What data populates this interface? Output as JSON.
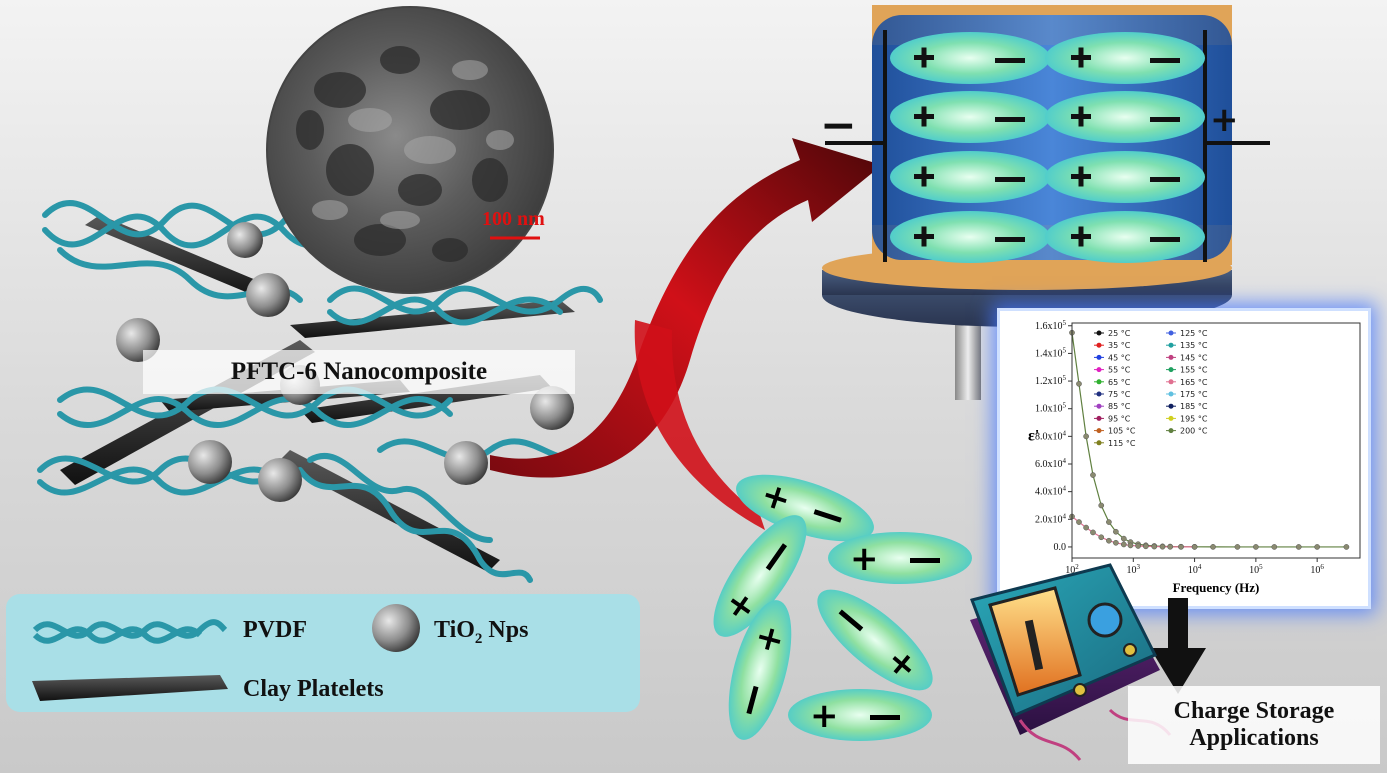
{
  "sem_scale_label": "100 nm",
  "composite_title": "PFTC-6 Nanocomposite",
  "legend": {
    "pvdf": "PVDF",
    "tio2_main": "TiO",
    "tio2_sub": "2",
    "tio2_suffix": " Nps",
    "clay": "Clay Platelets"
  },
  "capacitor": {
    "left_terminal": "−",
    "right_terminal": "+"
  },
  "application_label_line1": "Charge Storage",
  "application_label_line2": "Applications",
  "colors": {
    "pvdf_ribbon": "#2a97a8",
    "arrow_red": "#b0101a",
    "capacitor_body": "#2f66b5",
    "capacitor_band": "#e0a458",
    "dipole_green": "#9be07a",
    "dipole_cyan": "#35cfe0",
    "glow_blue": "#4a7bff"
  },
  "chart_data": {
    "type": "scatter",
    "xlabel": "Frequency (Hz)",
    "ylabel": "ε'",
    "x_scale": "log",
    "xlim": [
      100,
      5000000
    ],
    "ylim": [
      -8000,
      162000
    ],
    "x_ticks": [
      {
        "value": 100,
        "base": "10",
        "exp": "2"
      },
      {
        "value": 1000,
        "base": "10",
        "exp": "3"
      },
      {
        "value": 10000,
        "base": "10",
        "exp": "4"
      },
      {
        "value": 100000,
        "base": "10",
        "exp": "5"
      },
      {
        "value": 1000000,
        "base": "10",
        "exp": "6"
      }
    ],
    "y_ticks": [
      {
        "value": 0,
        "label": "0.0"
      },
      {
        "value": 20000,
        "label": "2.0x10",
        "exp": "4"
      },
      {
        "value": 40000,
        "label": "4.0x10",
        "exp": "4"
      },
      {
        "value": 60000,
        "label": "6.0x10",
        "exp": "4"
      },
      {
        "value": 80000,
        "label": "8.0x10",
        "exp": "4"
      },
      {
        "value": 100000,
        "label": "1.0x10",
        "exp": "5"
      },
      {
        "value": 120000,
        "label": "1.2x10",
        "exp": "5"
      },
      {
        "value": 140000,
        "label": "1.4x10",
        "exp": "5"
      },
      {
        "value": 160000,
        "label": "1.6x10",
        "exp": "5"
      }
    ],
    "legend_entries": [
      {
        "label": "25 °C",
        "color": "#111111"
      },
      {
        "label": "35 °C",
        "color": "#e02020"
      },
      {
        "label": "45 °C",
        "color": "#2040e0"
      },
      {
        "label": "55 °C",
        "color": "#e020c0"
      },
      {
        "label": "65 °C",
        "color": "#30b030"
      },
      {
        "label": "75 °C",
        "color": "#203080"
      },
      {
        "label": "85 °C",
        "color": "#a040c0"
      },
      {
        "label": "95 °C",
        "color": "#a02060"
      },
      {
        "label": "105 °C",
        "color": "#c06020"
      },
      {
        "label": "115 °C",
        "color": "#808020"
      },
      {
        "label": "125 °C",
        "color": "#4060e0"
      },
      {
        "label": "135 °C",
        "color": "#20a0a0"
      },
      {
        "label": "145 °C",
        "color": "#c04080"
      },
      {
        "label": "155 °C",
        "color": "#20a060"
      },
      {
        "label": "165 °C",
        "color": "#e07090"
      },
      {
        "label": "175 °C",
        "color": "#60c0e0"
      },
      {
        "label": "185 °C",
        "color": "#102060"
      },
      {
        "label": "195 °C",
        "color": "#d0d020"
      },
      {
        "label": "200 °C",
        "color": "#608040"
      }
    ],
    "series": [
      {
        "name": "200 °C",
        "x": [
          100,
          130,
          170,
          220,
          300,
          400,
          520,
          700,
          900,
          1200,
          1600,
          2200,
          3000,
          4000,
          6000,
          10000,
          20000,
          50000,
          100000,
          200000,
          500000,
          1000000,
          3000000
        ],
        "values": [
          155000,
          118000,
          80000,
          52000,
          30000,
          18000,
          11000,
          6000,
          3500,
          2000,
          1200,
          700,
          400,
          250,
          150,
          80,
          40,
          20,
          10,
          5,
          3,
          2,
          1
        ]
      },
      {
        "name": "165 °C",
        "x": [
          100,
          130,
          170,
          220,
          300,
          400,
          520,
          700,
          900,
          1200,
          1600,
          2200,
          3000,
          4000,
          6000,
          10000
        ],
        "values": [
          22000,
          18000,
          14000,
          10500,
          7000,
          4500,
          3000,
          1800,
          1100,
          700,
          450,
          280,
          180,
          110,
          60,
          30
        ]
      }
    ]
  }
}
